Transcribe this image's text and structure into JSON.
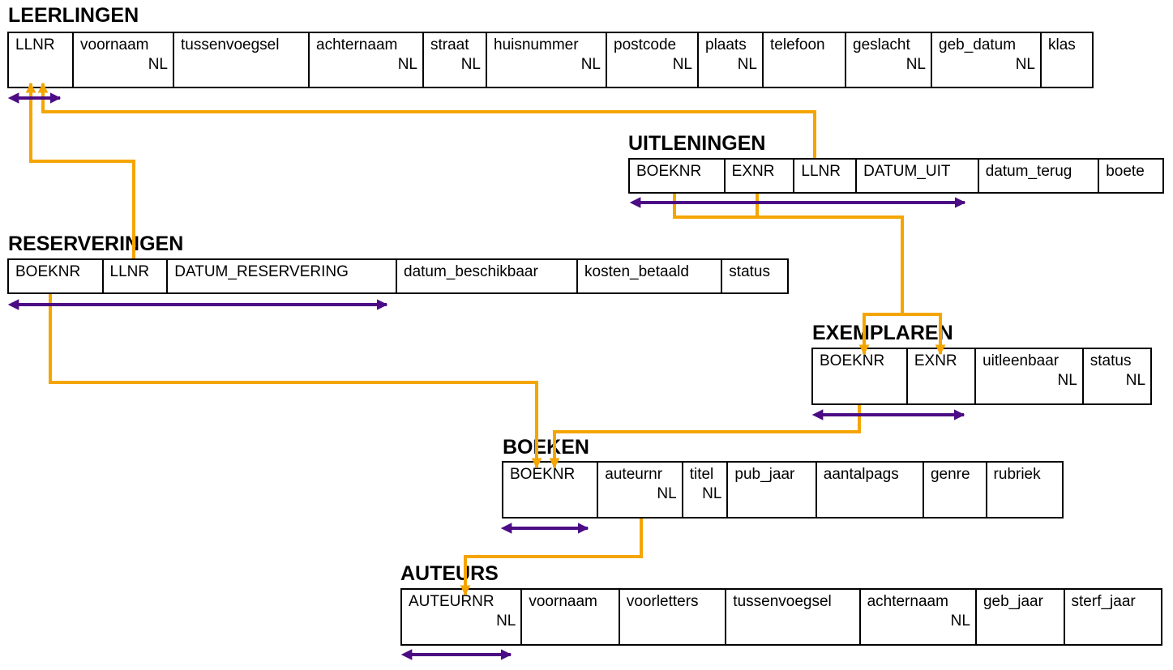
{
  "colors": {
    "relationship_line": "#f5a500",
    "key_marker": "#4b0c84",
    "border": "#000000"
  },
  "tables": {
    "leerlingen": {
      "title": "LEERLINGEN",
      "columns": [
        {
          "name": "LLNR",
          "nl": ""
        },
        {
          "name": "voornaam",
          "nl": "NL"
        },
        {
          "name": "tussenvoegsel",
          "nl": ""
        },
        {
          "name": "achternaam",
          "nl": "NL"
        },
        {
          "name": "straat",
          "nl": "NL"
        },
        {
          "name": "huisnummer",
          "nl": "NL"
        },
        {
          "name": "postcode",
          "nl": "NL"
        },
        {
          "name": "plaats",
          "nl": "NL"
        },
        {
          "name": "telefoon",
          "nl": ""
        },
        {
          "name": "geslacht",
          "nl": "NL"
        },
        {
          "name": "geb_datum",
          "nl": "NL"
        },
        {
          "name": "klas",
          "nl": ""
        }
      ]
    },
    "uitleningen": {
      "title": "UITLENINGEN",
      "columns": [
        {
          "name": "BOEKNR",
          "nl": ""
        },
        {
          "name": "EXNR",
          "nl": ""
        },
        {
          "name": "LLNR",
          "nl": ""
        },
        {
          "name": "DATUM_UIT",
          "nl": ""
        },
        {
          "name": "datum_terug",
          "nl": ""
        },
        {
          "name": "boete",
          "nl": ""
        }
      ]
    },
    "reserveringen": {
      "title": "RESERVERINGEN",
      "columns": [
        {
          "name": "BOEKNR",
          "nl": ""
        },
        {
          "name": "LLNR",
          "nl": ""
        },
        {
          "name": "DATUM_RESERVERING",
          "nl": ""
        },
        {
          "name": "datum_beschikbaar",
          "nl": ""
        },
        {
          "name": "kosten_betaald",
          "nl": ""
        },
        {
          "name": "status",
          "nl": ""
        }
      ]
    },
    "exemplaren": {
      "title": "EXEMPLAREN",
      "columns": [
        {
          "name": "BOEKNR",
          "nl": ""
        },
        {
          "name": "EXNR",
          "nl": ""
        },
        {
          "name": "uitleenbaar",
          "nl": "NL"
        },
        {
          "name": "status",
          "nl": "NL"
        }
      ]
    },
    "boeken": {
      "title": "BOEKEN",
      "columns": [
        {
          "name": "BOEKNR",
          "nl": ""
        },
        {
          "name": "auteurnr",
          "nl": "NL"
        },
        {
          "name": "titel",
          "nl": "NL"
        },
        {
          "name": "pub_jaar",
          "nl": ""
        },
        {
          "name": "aantalpags",
          "nl": ""
        },
        {
          "name": "genre",
          "nl": ""
        },
        {
          "name": "rubriek",
          "nl": ""
        }
      ]
    },
    "auteurs": {
      "title": "AUTEURS",
      "columns": [
        {
          "name": "AUTEURNR",
          "nl": "NL"
        },
        {
          "name": "voornaam",
          "nl": ""
        },
        {
          "name": "voorletters",
          "nl": ""
        },
        {
          "name": "tussenvoegsel",
          "nl": ""
        },
        {
          "name": "achternaam",
          "nl": "NL"
        },
        {
          "name": "geb_jaar",
          "nl": ""
        },
        {
          "name": "sterf_jaar",
          "nl": ""
        }
      ]
    }
  }
}
